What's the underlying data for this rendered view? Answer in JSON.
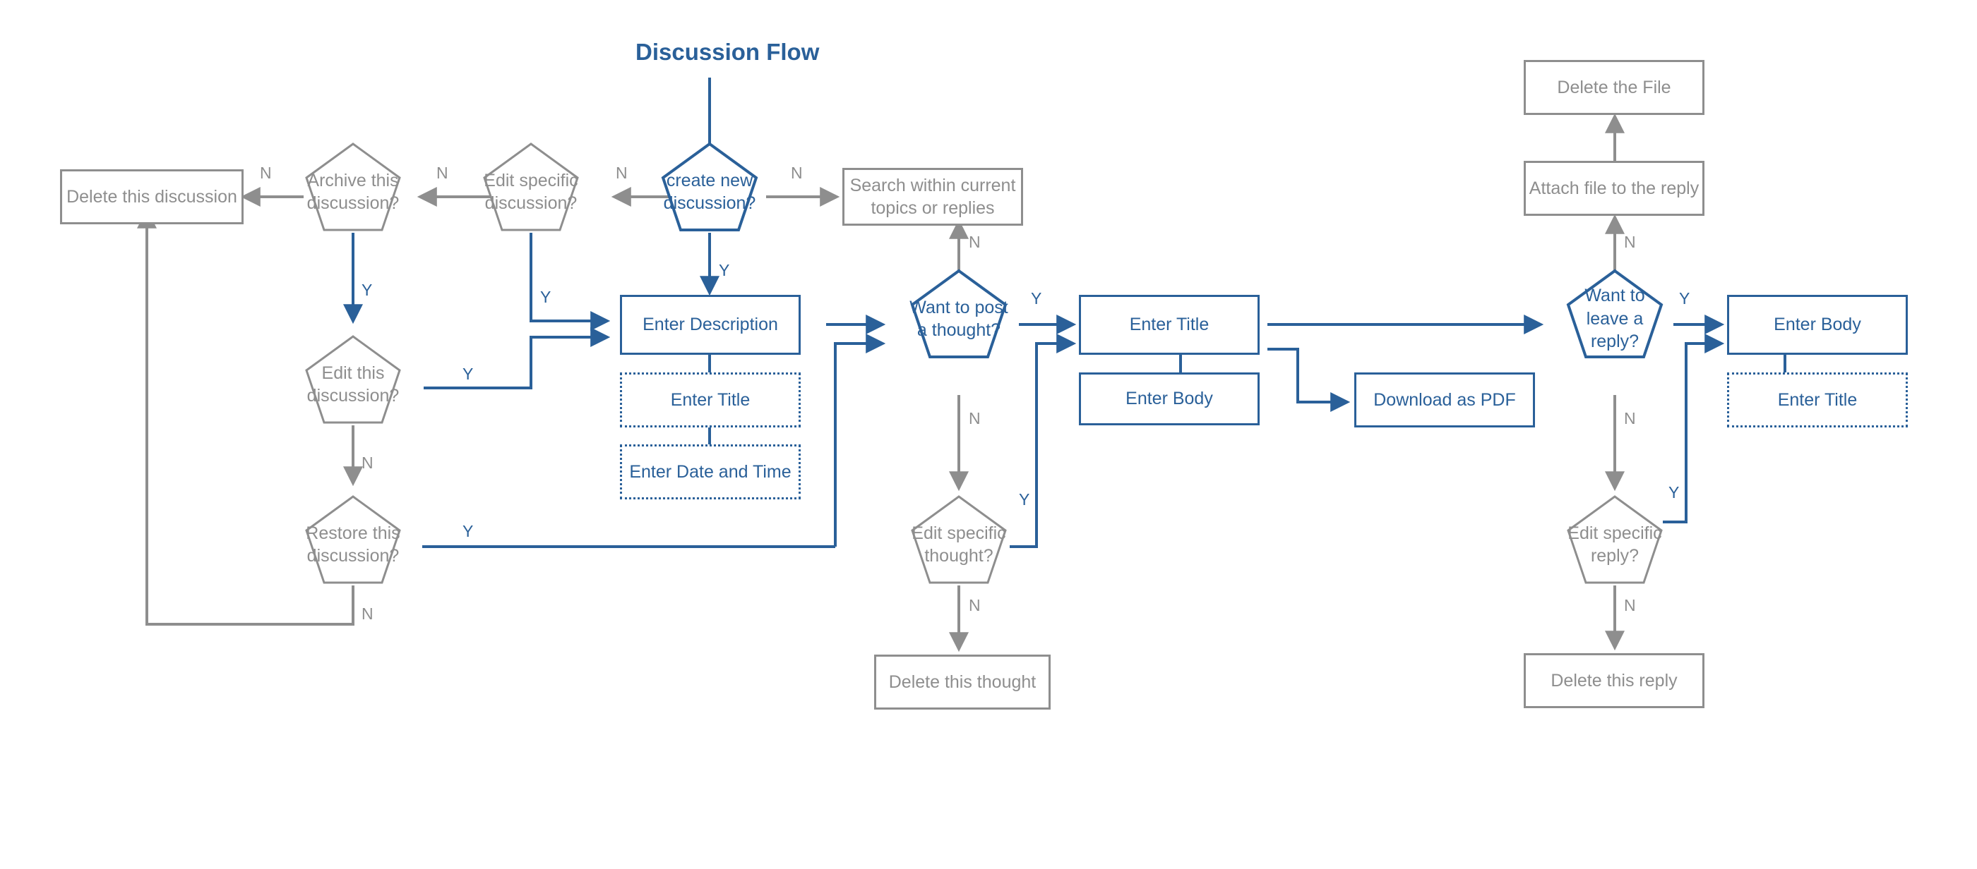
{
  "diagram": {
    "title": "Discussion Flow",
    "colors": {
      "blue": "#2a6099",
      "gray": "#8e8e8e",
      "background": "#ffffff"
    }
  },
  "nodes": {
    "delete_this_discussion": {
      "label": "Delete this discussion",
      "shape": "rectangle",
      "color": "gray"
    },
    "archive_this_discussion": {
      "label": "Archive this discussion?",
      "shape": "pentagon",
      "color": "gray"
    },
    "edit_specific_discussion": {
      "label": "Edit specific discussion?",
      "shape": "pentagon",
      "color": "gray"
    },
    "create_new_discussion": {
      "label": "create new discussion?",
      "shape": "pentagon",
      "color": "blue"
    },
    "search_topics": {
      "label": "Search within current topics or replies",
      "shape": "rectangle",
      "color": "gray"
    },
    "edit_this_discussion": {
      "label": "Edit this discussion?",
      "shape": "pentagon",
      "color": "gray"
    },
    "restore_this_discussion": {
      "label": "Restore this discussion?",
      "shape": "pentagon",
      "color": "gray"
    },
    "enter_description": {
      "label": "Enter Description",
      "shape": "rectangle",
      "color": "blue"
    },
    "enter_title_desc": {
      "label": "Enter Title",
      "shape": "rectangle-dotted",
      "color": "blue"
    },
    "enter_date_time": {
      "label": "Enter Date and Time",
      "shape": "rectangle-dotted",
      "color": "blue"
    },
    "want_post_thought": {
      "label": "Want to post a thought?",
      "shape": "pentagon",
      "color": "blue"
    },
    "edit_specific_thought": {
      "label": "Edit specific thought?",
      "shape": "pentagon",
      "color": "gray"
    },
    "delete_this_thought": {
      "label": "Delete this thought",
      "shape": "rectangle",
      "color": "gray"
    },
    "thought_enter_title": {
      "label": "Enter Title",
      "shape": "rectangle",
      "color": "blue"
    },
    "thought_enter_body": {
      "label": "Enter Body",
      "shape": "rectangle",
      "color": "blue"
    },
    "download_as_pdf": {
      "label": "Download as PDF",
      "shape": "rectangle",
      "color": "blue"
    },
    "delete_the_file": {
      "label": "Delete the File",
      "shape": "rectangle",
      "color": "gray"
    },
    "attach_file_to_reply": {
      "label": "Attach file to the reply",
      "shape": "rectangle",
      "color": "gray"
    },
    "want_leave_reply": {
      "label": "Want to leave a reply?",
      "shape": "pentagon",
      "color": "blue"
    },
    "edit_specific_reply": {
      "label": "Edit specific reply?",
      "shape": "pentagon",
      "color": "gray"
    },
    "delete_this_reply": {
      "label": "Delete this reply",
      "shape": "rectangle",
      "color": "gray"
    },
    "reply_enter_body": {
      "label": "Enter Body",
      "shape": "rectangle",
      "color": "blue"
    },
    "reply_enter_title": {
      "label": "Enter Title",
      "shape": "rectangle-dotted",
      "color": "blue"
    }
  },
  "edge_labels": {
    "archive_to_delete": "N",
    "editspecific_to_archive": "N",
    "createnew_to_editspecific": "N",
    "createnew_to_search": "N",
    "archive_y": "Y",
    "createnew_y": "Y",
    "editspecific_y": "Y",
    "editthis_y": "Y",
    "editthis_n": "N",
    "restore_y": "Y",
    "restore_n": "N",
    "wantpost_n_up": "N",
    "wantpost_y": "Y",
    "wantpost_n_down": "N",
    "editthought_y": "Y",
    "editthought_n": "N",
    "wantreply_n_up": "N",
    "wantreply_y": "Y",
    "wantreply_n_down": "N",
    "editreply_y": "Y",
    "editreply_n": "N"
  }
}
